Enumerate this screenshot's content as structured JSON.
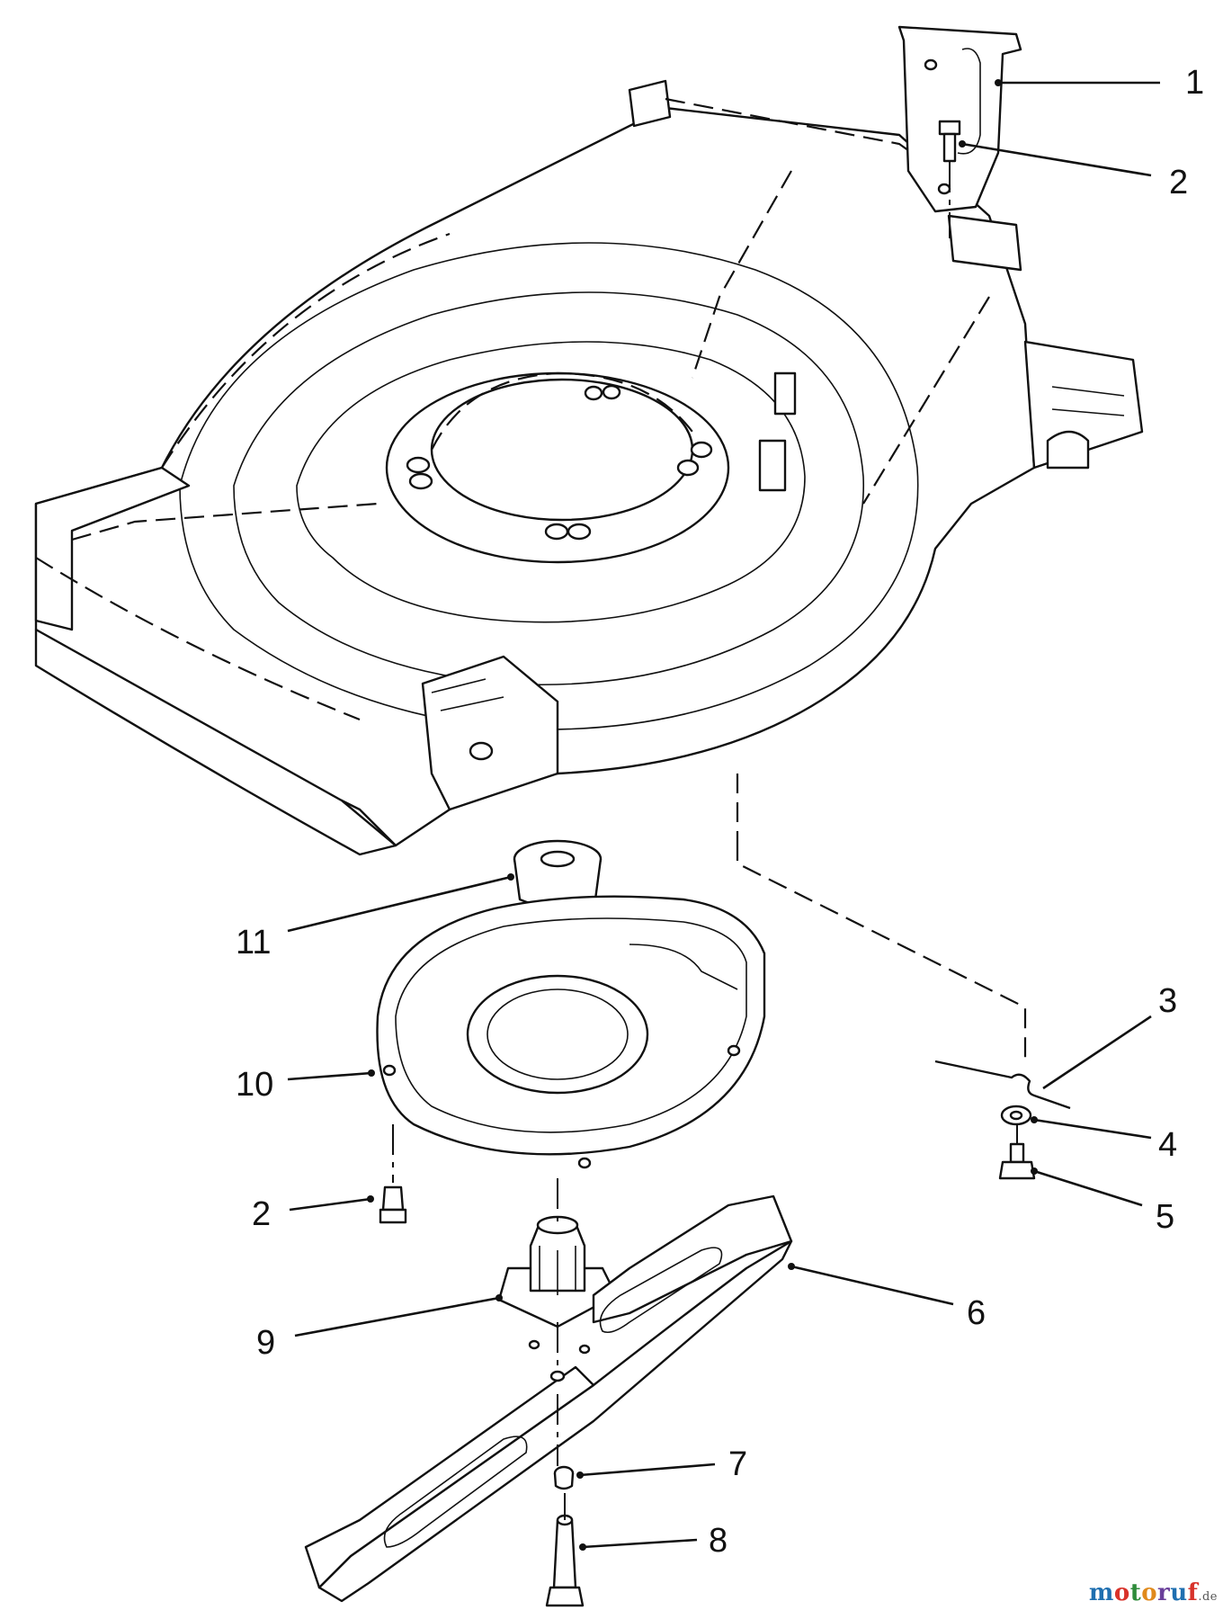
{
  "diagram": {
    "callouts": [
      {
        "id": "1",
        "label": "1"
      },
      {
        "id": "2a",
        "label": "2"
      },
      {
        "id": "3",
        "label": "3"
      },
      {
        "id": "4",
        "label": "4"
      },
      {
        "id": "5",
        "label": "5"
      },
      {
        "id": "6",
        "label": "6"
      },
      {
        "id": "7",
        "label": "7"
      },
      {
        "id": "8",
        "label": "8"
      },
      {
        "id": "9",
        "label": "9"
      },
      {
        "id": "10",
        "label": "10"
      },
      {
        "id": "11",
        "label": "11"
      },
      {
        "id": "2b",
        "label": "2"
      }
    ]
  },
  "watermark": {
    "text": "motoruf.de",
    "colors": [
      "#1f6fb0",
      "#d8322a",
      "#2e8b3a",
      "#e08a1c",
      "#6a3f9a"
    ]
  }
}
